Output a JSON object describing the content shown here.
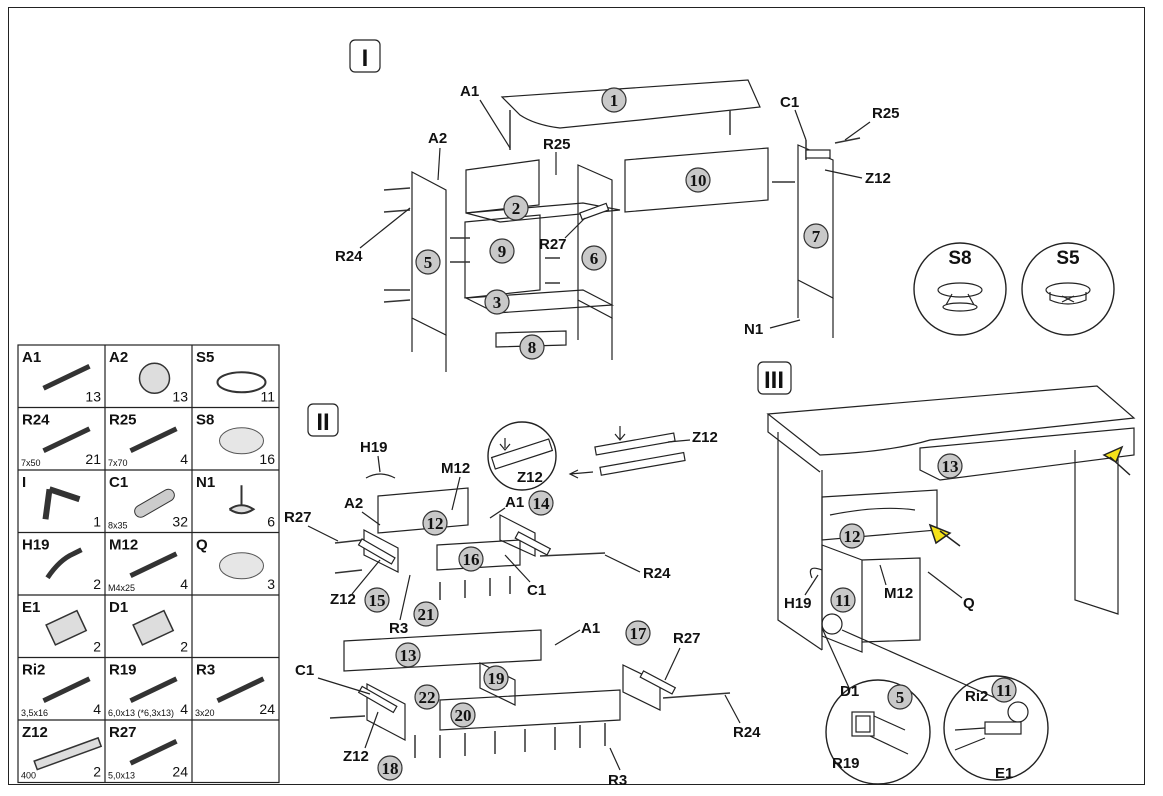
{
  "steps": {
    "step1": "I",
    "step2": "II",
    "step3": "III"
  },
  "panels_step1": [
    "1",
    "2",
    "3",
    "5",
    "6",
    "7",
    "8",
    "9",
    "10"
  ],
  "labels_step1": {
    "a1": "A1",
    "a2": "A2",
    "r25a": "R25",
    "r25b": "R25",
    "c1": "C1",
    "z12": "Z12",
    "r24": "R24",
    "r27": "R27",
    "n1": "N1"
  },
  "knobs": [
    {
      "code": "S8"
    },
    {
      "code": "S5"
    }
  ],
  "step2": {
    "panels": [
      "12",
      "14",
      "15",
      "16",
      "21",
      "13",
      "17",
      "19",
      "22",
      "20",
      "18"
    ],
    "labels": {
      "h19": "H19",
      "m12": "M12",
      "a2": "A2",
      "a1": "A1",
      "r27a": "R27",
      "z12a": "Z12",
      "r3a": "R3",
      "c1a": "C1",
      "r24a": "R24",
      "z12_detail1": "Z12",
      "z12_detail2": "Z12",
      "a1b": "A1",
      "r27b": "R27",
      "c1b": "C1",
      "z12b": "Z12",
      "r24b": "R24",
      "r3b": "R3"
    }
  },
  "step3": {
    "panels": [
      "13",
      "12",
      "11"
    ],
    "labels": {
      "h19": "H19",
      "m12": "M12",
      "q": "Q"
    },
    "detail_left": {
      "panel": "5",
      "labels": [
        "D1",
        "R19"
      ]
    },
    "detail_right": {
      "panel": "11",
      "labels": [
        "Ri2",
        "E1"
      ]
    }
  },
  "parts": [
    {
      "code": "A1",
      "size": "",
      "qty": "13",
      "icon": "cam-bolt-icon"
    },
    {
      "code": "A2",
      "size": "",
      "qty": "13",
      "icon": "cam-lock-icon"
    },
    {
      "code": "S5",
      "size": "",
      "qty": "11",
      "icon": "ring-knob-icon"
    },
    {
      "code": "R24",
      "size": "7x50",
      "qty": "21",
      "icon": "screw-icon"
    },
    {
      "code": "R25",
      "size": "7x70",
      "qty": "4",
      "icon": "long-screw-icon"
    },
    {
      "code": "S8",
      "size": "",
      "qty": "16",
      "icon": "disc-icon"
    },
    {
      "code": "I",
      "size": "",
      "qty": "1",
      "icon": "hex-key-icon"
    },
    {
      "code": "C1",
      "size": "8x35",
      "qty": "32",
      "icon": "dowel-icon"
    },
    {
      "code": "N1",
      "size": "",
      "qty": "6",
      "icon": "glide-foot-icon"
    },
    {
      "code": "H19",
      "size": "",
      "qty": "2",
      "icon": "handle-icon"
    },
    {
      "code": "M12",
      "size": "M4x25",
      "qty": "4",
      "icon": "bolt-icon"
    },
    {
      "code": "Q",
      "size": "",
      "qty": "3",
      "icon": "disc-icon"
    },
    {
      "code": "E1",
      "size": "",
      "qty": "2",
      "icon": "hinge-icon"
    },
    {
      "code": "D1",
      "size": "",
      "qty": "2",
      "icon": "hinge-plate-icon"
    },
    {
      "code": "",
      "size": "",
      "qty": "",
      "icon": ""
    },
    {
      "code": "Ri2",
      "size": "3,5x16",
      "qty": "4",
      "icon": "small-screw-icon"
    },
    {
      "code": "R19",
      "size": "6,0x13 (*6,3x13)",
      "qty": "4",
      "icon": "euro-screw-icon"
    },
    {
      "code": "R3",
      "size": "3x20",
      "qty": "24",
      "icon": "wood-screw-icon"
    },
    {
      "code": "Z12",
      "size": "400",
      "qty": "2",
      "icon": "drawer-slide-icon"
    },
    {
      "code": "R27",
      "size": "5,0x13",
      "qty": "24",
      "icon": "euro-screw-icon"
    },
    {
      "code": "",
      "size": "",
      "qty": "",
      "icon": ""
    }
  ],
  "colors": {
    "panel_fill": "#c9c9c9",
    "arrow_fill": "#f5e21a"
  }
}
